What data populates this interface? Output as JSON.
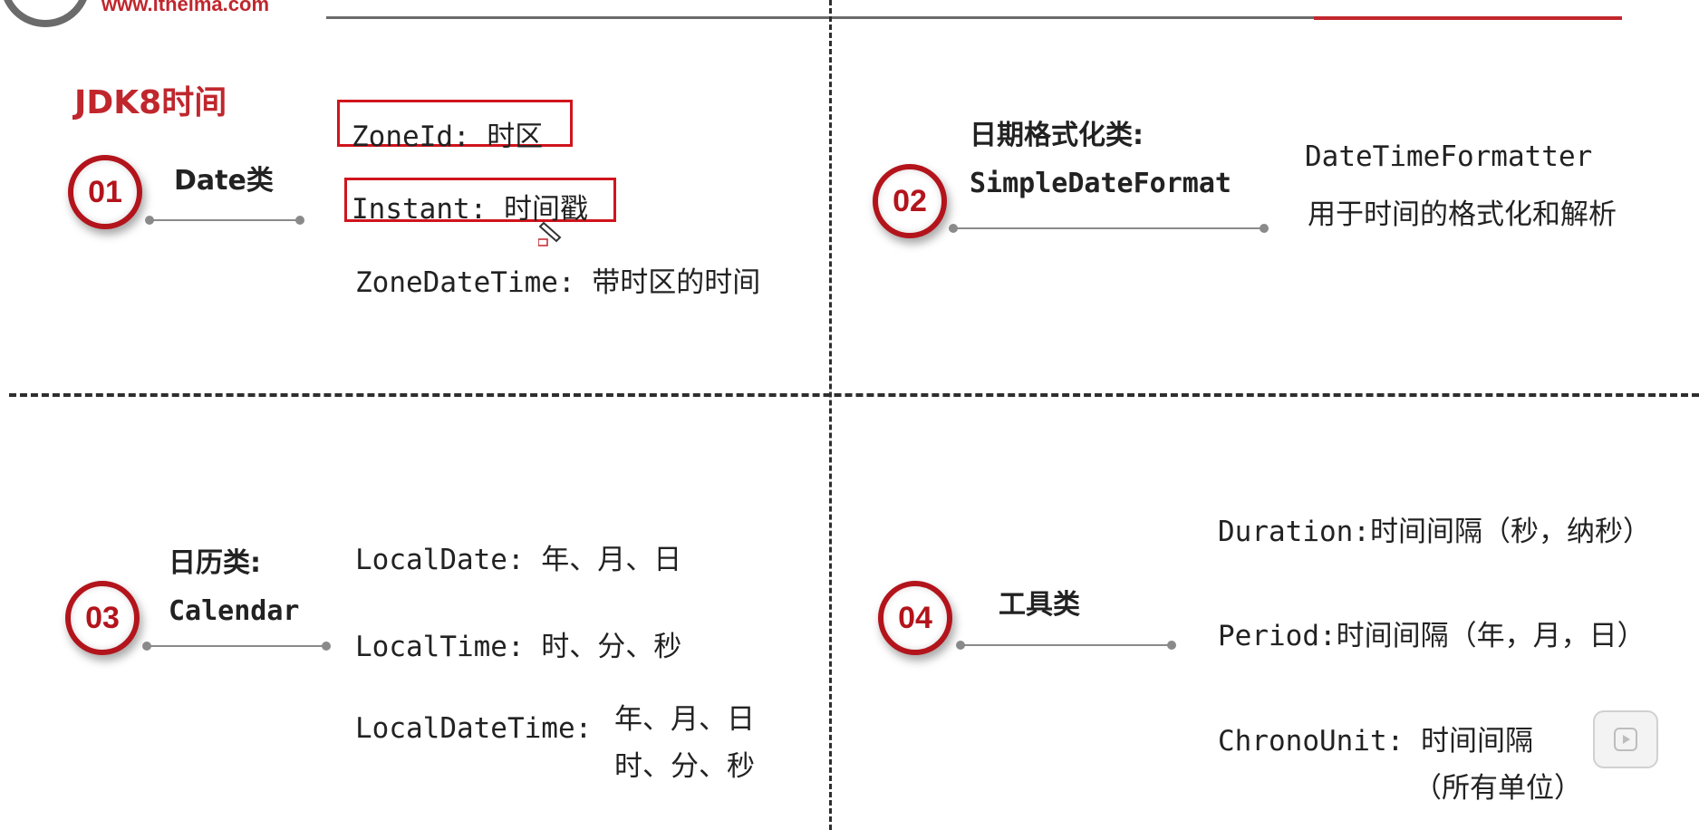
{
  "header": {
    "brand_url": "www.itheima.com"
  },
  "section_title": "JDK8时间",
  "quadrants": {
    "q1": {
      "badge": "01",
      "label": "Date类",
      "items": [
        "ZoneId: 时区",
        "Instant: 时间戳",
        "ZoneDateTime: 带时区的时间"
      ]
    },
    "q2": {
      "badge": "02",
      "label_line1": "日期格式化类:",
      "label_line2": "SimpleDateFormat",
      "items": [
        "DateTimeFormatter",
        "用于时间的格式化和解析"
      ]
    },
    "q3": {
      "badge": "03",
      "label_line1": "日历类:",
      "label_line2": "Calendar",
      "items": [
        "LocalDate: 年、月、日",
        "LocalTime: 时、分、秒"
      ],
      "localdatetime": {
        "key": "LocalDateTime:",
        "line1": "年、月、日",
        "line2": "时、分、秒"
      }
    },
    "q4": {
      "badge": "04",
      "label": "工具类",
      "items": [
        "Duration:时间间隔（秒，纳秒）",
        "Period:时间间隔（年，月，日）",
        "ChronoUnit: 时间间隔"
      ],
      "chrono_sub": "（所有单位）"
    }
  },
  "colors": {
    "accent_red": "#c0272d",
    "badge_red": "#b3141c",
    "highlight_box": "#d0141c"
  },
  "icons": {
    "play": "play-icon"
  }
}
